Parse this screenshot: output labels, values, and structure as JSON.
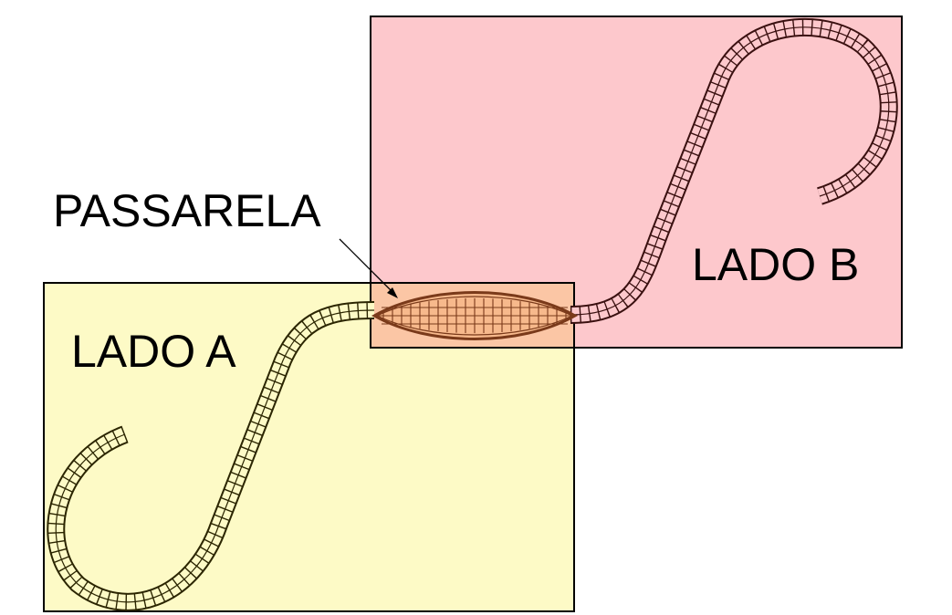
{
  "labels": {
    "side_a": "LADO A",
    "side_b": "LADO B",
    "walkway": "PASSARELA"
  },
  "colors": {
    "side_a_fill": "#fdfac6",
    "side_b_fill": "#fdc8cc",
    "overlap_fill": "#fbc6a5",
    "outline": "#000000",
    "track_outline_a": "#2b2500",
    "track_outline_b": "#3a1010",
    "walkway_outline": "#7a3a1a"
  }
}
